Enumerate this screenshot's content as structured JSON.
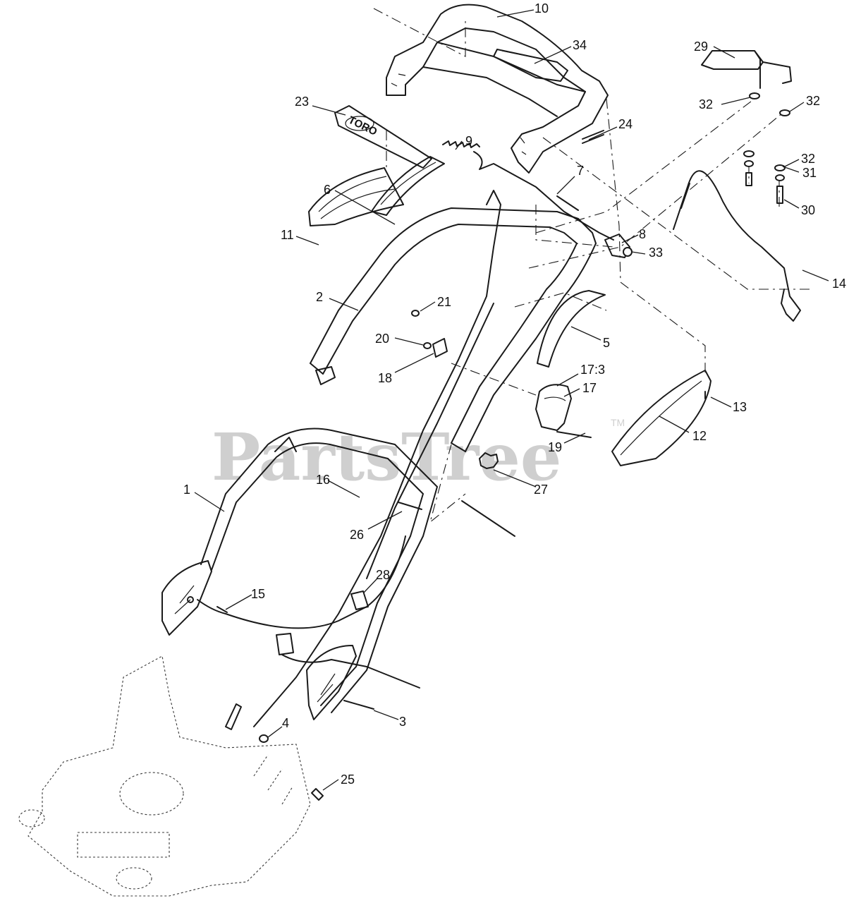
{
  "watermark": {
    "text": "PartsTree",
    "tm": "TM"
  },
  "decal_text": "TORO",
  "callouts": [
    "1",
    "2",
    "3",
    "4",
    "5",
    "6",
    "7",
    "8",
    "9",
    "10",
    "11",
    "12",
    "13",
    "14",
    "15",
    "16",
    "17",
    "17:3",
    "18",
    "19",
    "20",
    "21",
    "23",
    "24",
    "25",
    "26",
    "27",
    "28",
    "29",
    "30",
    "31",
    "32",
    "33",
    "34"
  ],
  "labels": {
    "c1": "1",
    "c2": "2",
    "c3": "3",
    "c4": "4",
    "c5": "5",
    "c6": "6",
    "c7": "7",
    "c8": "8",
    "c9": "9",
    "c10": "10",
    "c11": "11",
    "c12": "12",
    "c13": "13",
    "c14": "14",
    "c15": "15",
    "c16": "16",
    "c17": "17",
    "c17_3": "17:3",
    "c18": "18",
    "c19": "19",
    "c20": "20",
    "c21": "21",
    "c23": "23",
    "c24": "24",
    "c25": "25",
    "c26": "26",
    "c27": "27",
    "c28": "28",
    "c29": "29",
    "c30": "30",
    "c31": "31",
    "c32a": "32",
    "c32b": "32",
    "c32c": "32",
    "c33": "33",
    "c34": "34"
  }
}
